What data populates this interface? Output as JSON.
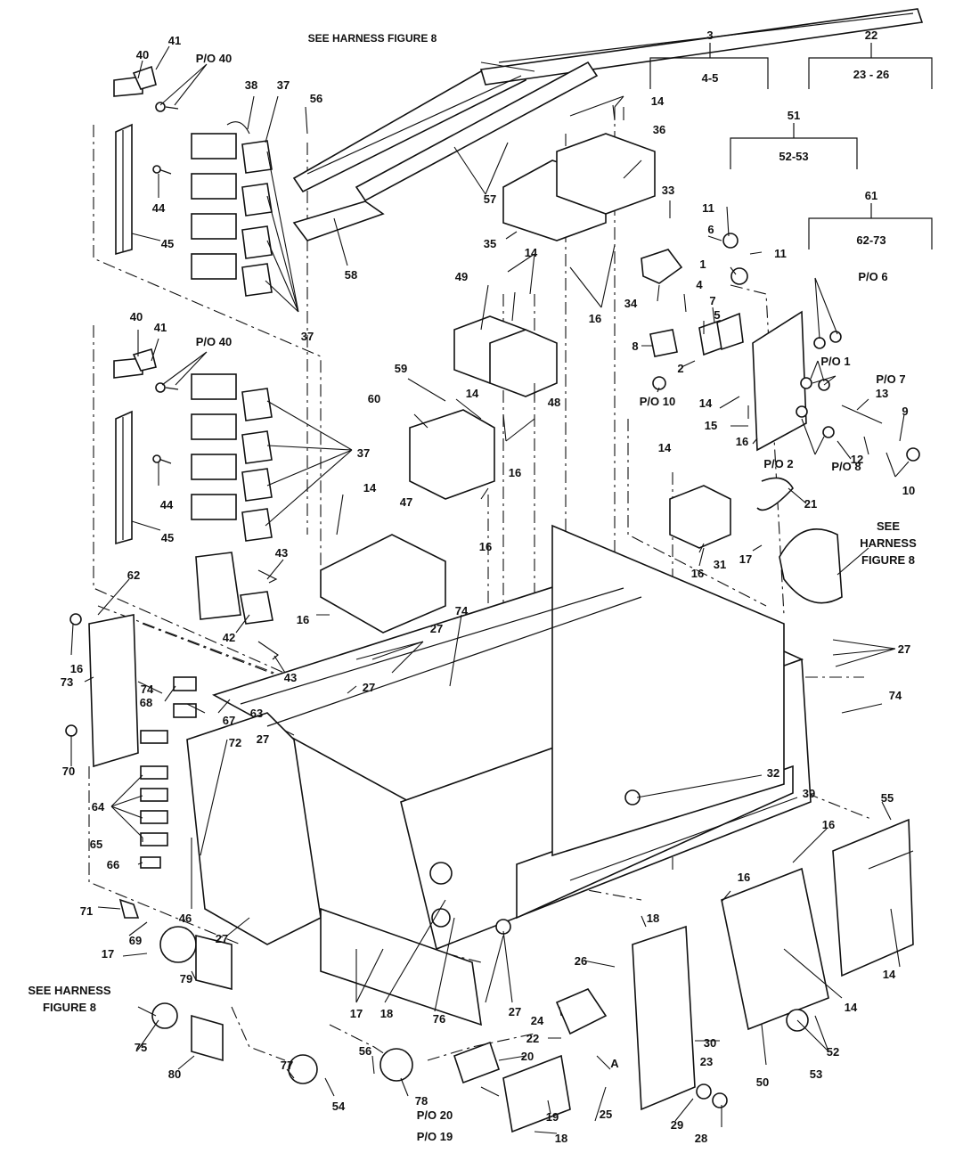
{
  "harness_note_top": "SEE HARNESS FIGURE 8",
  "harness_note_right": [
    "SEE",
    "HARNESS",
    "FIGURE 8"
  ],
  "harness_note_left": [
    "SEE HARNESS",
    "FIGURE 8"
  ],
  "brackets": [
    {
      "top": "3",
      "range": "4-5"
    },
    {
      "top": "22",
      "range": "23 - 26"
    },
    {
      "top": "51",
      "range": "52-53"
    },
    {
      "top": "61",
      "range": "62-73"
    }
  ],
  "callouts": {
    "c40a": "40",
    "c41a": "41",
    "c40pa": "P/O 40",
    "c38": "38",
    "c37a": "37",
    "c56a": "56",
    "c44a": "44",
    "c45a": "45",
    "c58": "58",
    "c37b": "37",
    "c40b": "40",
    "c41b": "41",
    "c40pb": "P/O 40",
    "c37c": "37",
    "c44b": "44",
    "c45b": "45",
    "c43a": "43",
    "c43b": "43",
    "c42": "42",
    "c62": "62",
    "c16a": "16",
    "c73": "73",
    "c74a": "74",
    "c68": "68",
    "c63": "63",
    "c67": "67",
    "c70": "70",
    "c72": "72",
    "c27a": "27",
    "c64": "64",
    "c65": "65",
    "c66": "66",
    "c46": "46",
    "c71": "71",
    "c69": "69",
    "c27b": "27",
    "c17a": "17",
    "c79": "79",
    "c75": "75",
    "c80": "80",
    "c77": "77",
    "c54": "54",
    "c56b": "56",
    "c78": "78",
    "c17b": "17",
    "c18a": "18",
    "c76": "76",
    "c14a": "14",
    "c47": "47",
    "c16b": "16",
    "c27c": "27",
    "c74b": "74",
    "c27d": "27",
    "c59": "59",
    "c60": "60",
    "c14b": "14",
    "c16c": "16",
    "c49": "49",
    "c14c": "14",
    "c48": "48",
    "c16d": "16",
    "c35": "35",
    "c57": "57",
    "c14d": "14",
    "c36": "36",
    "c16e": "16",
    "c33": "33",
    "c34": "34",
    "c11a": "11",
    "c6": "6",
    "c11b": "11",
    "c1": "1",
    "c4": "4",
    "c5": "5",
    "c7": "7",
    "c8": "8",
    "c2": "2",
    "cpo10": "P/O 10",
    "cpo6": "P/O 6",
    "cpo1": "P/O 1",
    "cpo7": "P/O 7",
    "c13": "13",
    "c14e": "14",
    "c15": "15",
    "c16f": "16",
    "c9": "9",
    "c12": "12",
    "cpo2": "P/O 2",
    "cpo8": "P/O 8",
    "c10": "10",
    "c14f": "14",
    "c21": "21",
    "c31": "31",
    "c16g": "16",
    "c17c": "17",
    "c27e": "27",
    "c74c": "74",
    "c32": "32",
    "c39": "39",
    "c27f": "27",
    "c18b": "18",
    "c26": "26",
    "c24": "24",
    "c22": "22",
    "c20": "20",
    "c14g": "14",
    "c55": "55",
    "c16h": "16",
    "c16i": "16",
    "c14h": "14",
    "c52": "52",
    "c53": "53",
    "c50": "50",
    "c23": "23",
    "c30": "30",
    "cA": "A",
    "c25": "25",
    "c19": "19",
    "cpo20": "P/O 20",
    "cpo19": "P/O 19",
    "c18c": "18",
    "c29": "29",
    "c28": "28"
  }
}
